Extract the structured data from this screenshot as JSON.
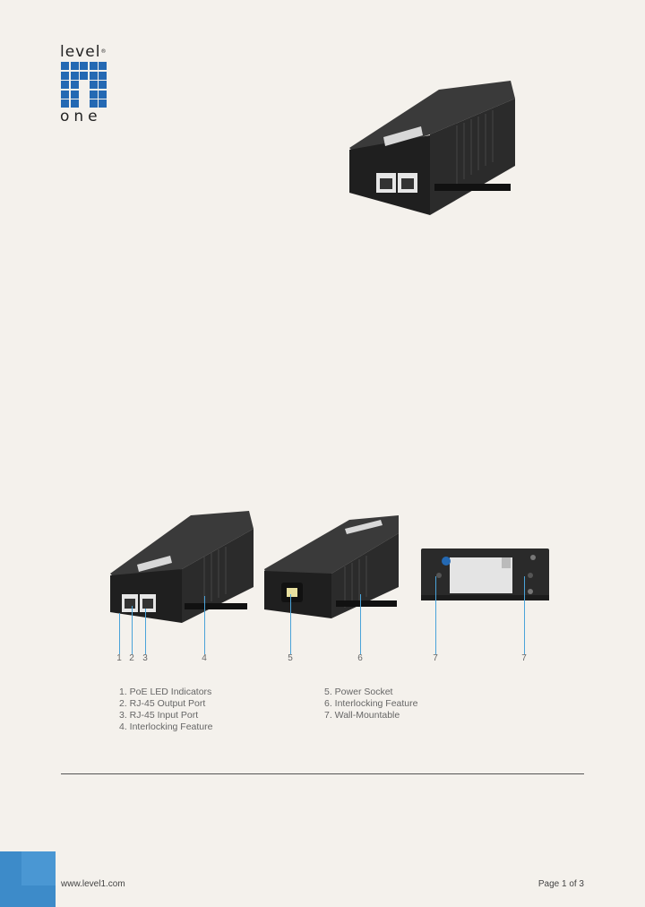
{
  "logo": {
    "top_text": "level",
    "top_mark": "®",
    "bottom_text": "one"
  },
  "callouts": [
    "1",
    "2",
    "3",
    "4",
    "5",
    "6",
    "7",
    "7"
  ],
  "legend_left": [
    "1. PoE LED Indicators",
    "2. RJ-45 Output Port",
    "3. RJ-45 Input Port",
    "4. Interlocking Feature"
  ],
  "legend_right": [
    "5. Power Socket",
    "6. Interlocking Feature",
    "7. Wall-Mountable"
  ],
  "footer": {
    "website": "www.level1.com",
    "page": "Page 1 of 3"
  },
  "colors": {
    "brand_blue": "#2469b3",
    "callout_blue": "#4aa3d9",
    "background": "#f4f1ec"
  }
}
